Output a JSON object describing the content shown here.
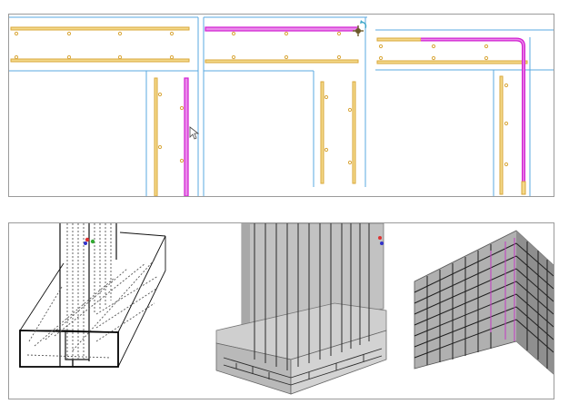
{
  "colors": {
    "frame": "#9a9a9a",
    "wall_outline": "#5aa9e0",
    "rebar": "#d9a73a",
    "rebar_fill": "#f4d98a",
    "rebar_highlight": "#d21fd2",
    "concrete": "#c9c9c9",
    "wire": "#333333",
    "mesh": "#2a2a2a"
  },
  "icons": [
    "rotate-gizmo-icon",
    "mouse-cursor-icon",
    "axis-triad-icon"
  ],
  "panels": {
    "plan_views": [
      "wall-corner-view-1",
      "wall-tee-view-2",
      "wall-corner-view-3"
    ],
    "iso_views": [
      "wireframe-footing-view",
      "shaded-footing-view",
      "mesh-corner-view"
    ]
  }
}
